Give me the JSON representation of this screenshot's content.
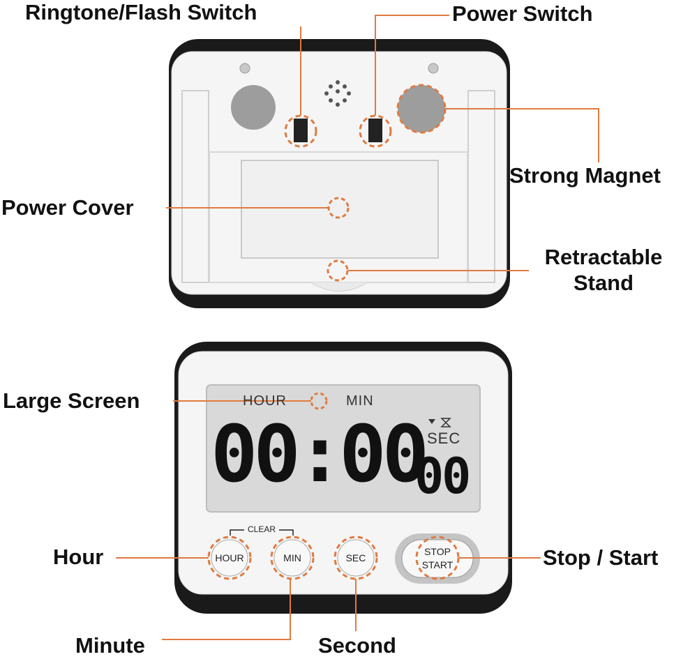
{
  "labels": {
    "ringtone_flash_switch": "Ringtone/Flash Switch",
    "power_switch": "Power Switch",
    "strong_magnet": "Strong Magnet",
    "power_cover": "Power Cover",
    "retractable_stand_line1": "Retractable",
    "retractable_stand_line2": "Stand",
    "large_screen": "Large Screen",
    "hour": "Hour",
    "stop_start": "Stop / Start",
    "minute": "Minute",
    "second": "Second"
  },
  "screen": {
    "hour_label": "HOUR",
    "min_label": "MIN",
    "sec_label": "SEC",
    "main_digits": "00:00",
    "sec_digits": "00"
  },
  "buttons": {
    "clear_label": "CLEAR",
    "hour": "HOUR",
    "min": "MIN",
    "sec": "SEC",
    "stop": "STOP",
    "start": "START"
  },
  "colors": {
    "accent": "#e07a3f",
    "body_dark": "#1a1a1a",
    "body_light": "#f4f4f4",
    "lcd": "#d9d9d9"
  }
}
